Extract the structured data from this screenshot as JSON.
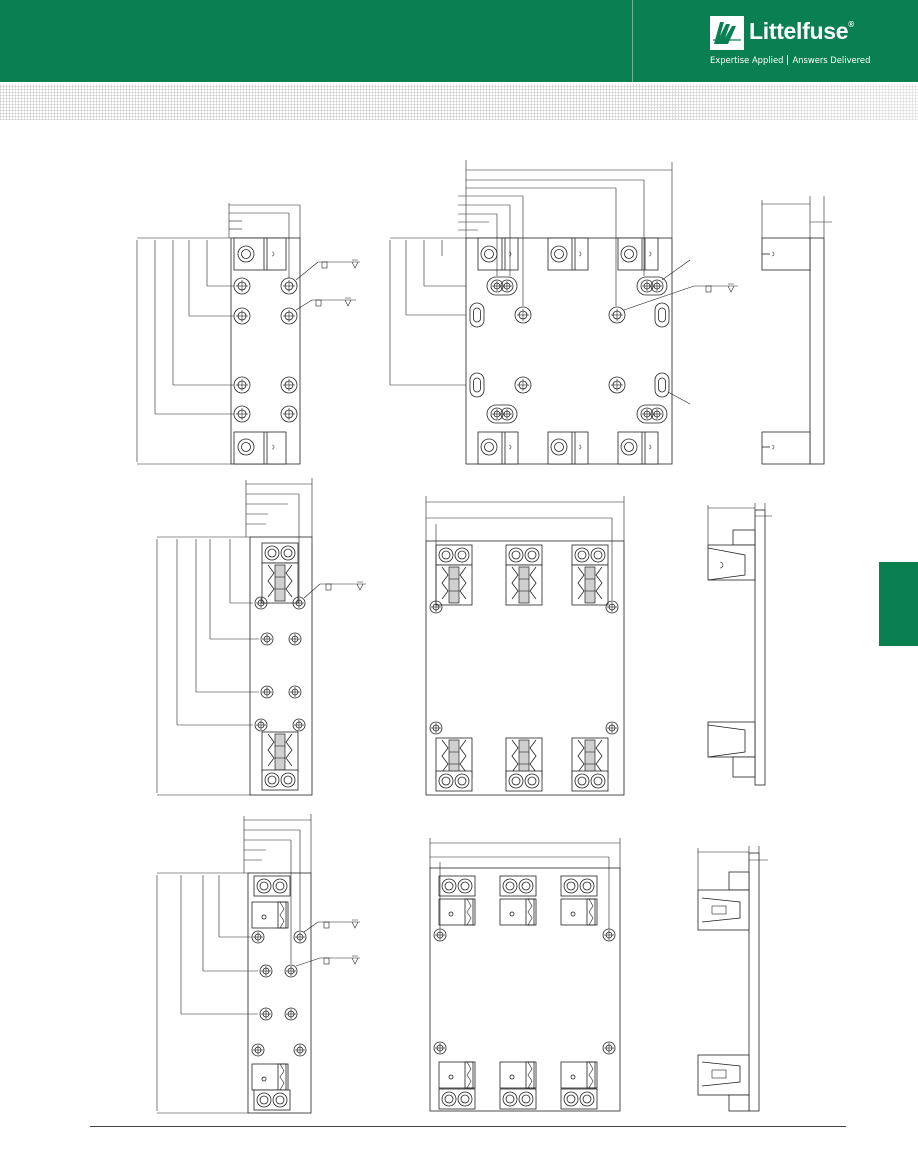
{
  "brand": {
    "name": "Littelfuse",
    "registered_mark": "®",
    "tagline_left": "Expertise Applied",
    "tagline_right": "Answers Delivered",
    "logo_icon": "littelfuse-lightning-logo-icon",
    "header_color": "#0a8052"
  },
  "section_tab": {
    "color": "#0a8052"
  },
  "drawings": [
    {
      "row": 1,
      "view": "side-left"
    },
    {
      "row": 1,
      "view": "front"
    },
    {
      "row": 1,
      "view": "side-right"
    },
    {
      "row": 2,
      "view": "side-left"
    },
    {
      "row": 2,
      "view": "front"
    },
    {
      "row": 2,
      "view": "side-right"
    },
    {
      "row": 3,
      "view": "side-left"
    },
    {
      "row": 3,
      "view": "front"
    },
    {
      "row": 3,
      "view": "side-right"
    }
  ]
}
